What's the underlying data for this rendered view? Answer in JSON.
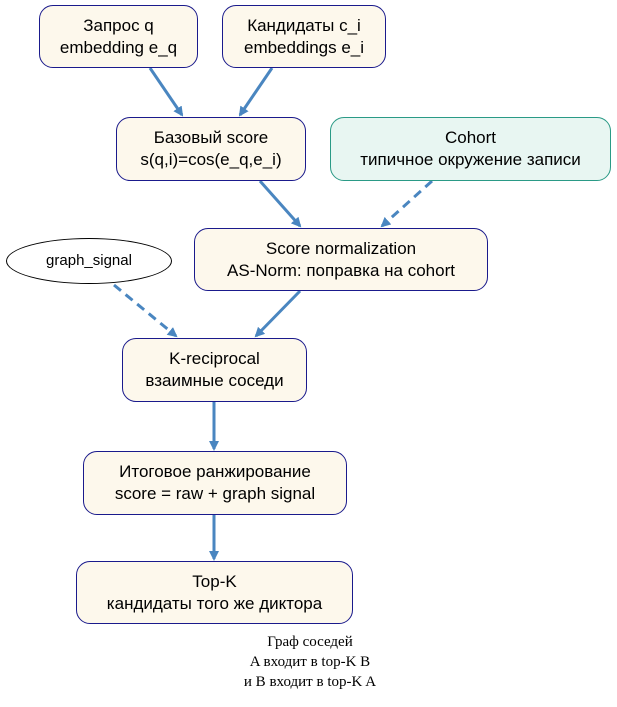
{
  "nodes": {
    "query": {
      "line1": "Запрос q",
      "line2": "embedding e_q"
    },
    "candidates": {
      "line1": "Кандидаты c_i",
      "line2": "embeddings e_i"
    },
    "base_score": {
      "line1": "Базовый score",
      "line2": "s(q,i)=cos(e_q,e_i)"
    },
    "cohort": {
      "line1": "Cohort",
      "line2": "типичное окружение записи"
    },
    "score_norm": {
      "line1": "Score normalization",
      "line2": "AS-Norm: поправка на cohort"
    },
    "graph_signal": {
      "label": "graph_signal"
    },
    "k_reciprocal": {
      "line1": "K-reciprocal",
      "line2": "взаимные соседи"
    },
    "final_rank": {
      "line1": "Итоговое ранжирование",
      "line2": "score = raw + graph signal"
    },
    "topk": {
      "line1": "Top-K",
      "line2": "кандидаты того же диктора"
    }
  },
  "caption": {
    "line1": "Граф соседей",
    "line2": "A входит в top-K B",
    "line3": "и B входит в top-K A"
  },
  "colors": {
    "edge": "#4a86c0",
    "node_fill": "#fdf8ec",
    "node_border": "#1a1a8c",
    "cohort_fill": "#e8f6f2",
    "cohort_border": "#2a9a86"
  }
}
